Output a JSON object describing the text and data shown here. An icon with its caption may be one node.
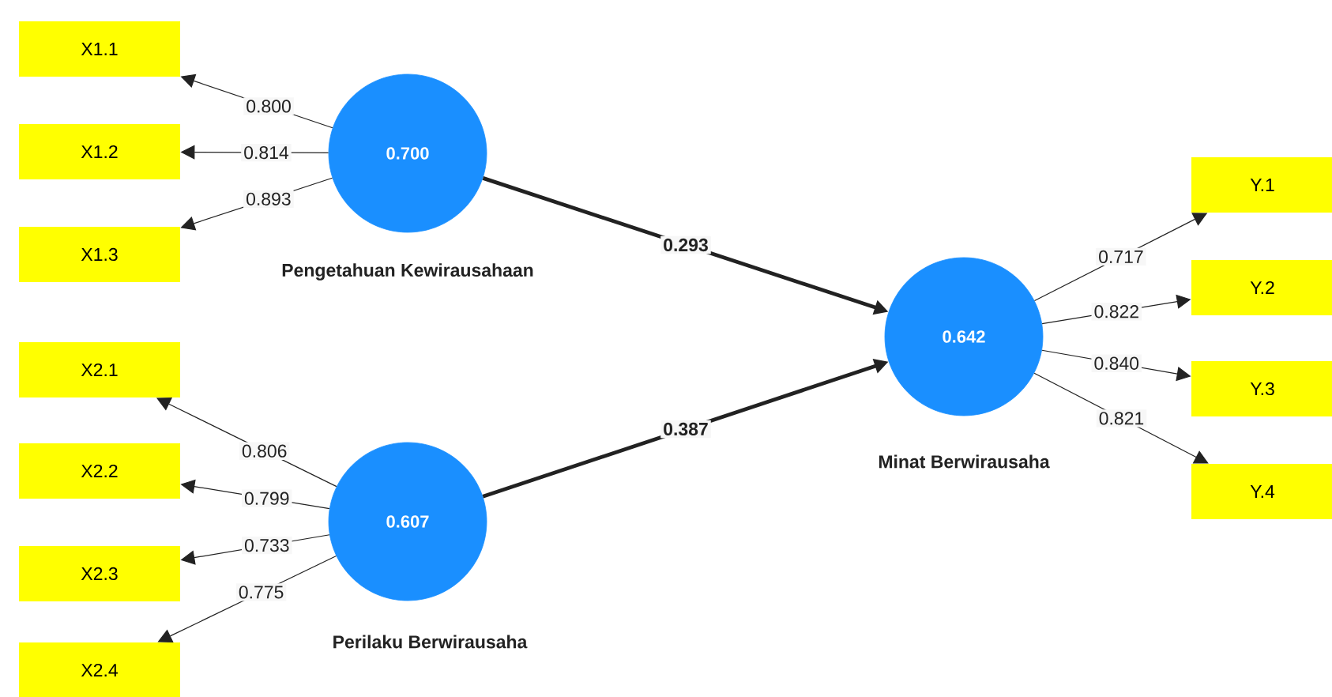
{
  "diagram": {
    "nodes": [
      {
        "text": [
          "0.700"
        ],
        "beside": [
          "Pengetahuan Kewirausahaan"
        ]
      },
      {
        "text": [
          "X1.1"
        ]
      },
      {
        "text": [
          "X1.2"
        ]
      },
      {
        "text": [
          "X1.3"
        ]
      },
      {
        "text": [
          "0.607"
        ],
        "beside": [
          "Perilaku Berwirausaha"
        ]
      },
      {
        "text": [
          "X2.1"
        ]
      },
      {
        "text": [
          "X2.2"
        ]
      },
      {
        "text": [
          "X2.3"
        ]
      },
      {
        "text": [
          "X2.4"
        ]
      },
      {
        "text": [
          "0.642"
        ],
        "beside": [
          "Minat Berwirausaha"
        ]
      },
      {
        "text": [
          "Y.1"
        ]
      },
      {
        "text": [
          "Y.2"
        ]
      },
      {
        "text": [
          "Y.3"
        ]
      },
      {
        "text": [
          "Y.4"
        ]
      }
    ],
    "edges": [
      {
        "from": 0,
        "to": 1,
        "arrow": "to",
        "label": "0.800"
      },
      {
        "from": 0,
        "to": 2,
        "arrow": "to",
        "label": "0.814"
      },
      {
        "from": 0,
        "to": 3,
        "arrow": "to",
        "label": "0.893"
      },
      {
        "from": 4,
        "to": 5,
        "arrow": "to",
        "label": "0.806"
      },
      {
        "from": 4,
        "to": 6,
        "arrow": "to",
        "label": "0.799"
      },
      {
        "from": 4,
        "to": 7,
        "arrow": "to",
        "label": "0.733"
      },
      {
        "from": 4,
        "to": 8,
        "arrow": "to",
        "label": "0.775"
      },
      {
        "from": 0,
        "to": 9,
        "arrow": "to",
        "label": "0.293",
        "style": "thick"
      },
      {
        "from": 4,
        "to": 9,
        "arrow": "to",
        "label": "0.387",
        "style": "thick"
      },
      {
        "from": 9,
        "to": 10,
        "arrow": "to",
        "label": "0.717"
      },
      {
        "from": 9,
        "to": 11,
        "arrow": "to",
        "label": "0.822"
      },
      {
        "from": 9,
        "to": 12,
        "arrow": "to",
        "label": "0.840"
      },
      {
        "from": 9,
        "to": 13,
        "arrow": "to",
        "label": "0.821"
      }
    ]
  }
}
